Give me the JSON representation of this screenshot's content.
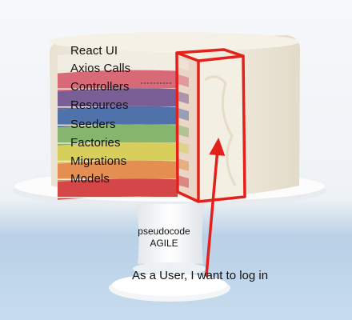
{
  "layers": [
    {
      "label": "React UI",
      "color": "#f2ede2"
    },
    {
      "label": "Axios Calls",
      "color": "#d86a78"
    },
    {
      "label": "Controllers",
      "color": "#7a5f96"
    },
    {
      "label": "Resources",
      "color": "#4f72aa"
    },
    {
      "label": "Seeders",
      "color": "#86b56e"
    },
    {
      "label": "Factories",
      "color": "#d8ce5c"
    },
    {
      "label": "Migrations",
      "color": "#e48e52"
    },
    {
      "label": "Models",
      "color": "#d44648"
    }
  ],
  "stand": {
    "line1": "pseudocode",
    "line2": "AGILE"
  },
  "user_story": "As a User, I want to log in",
  "colors": {
    "highlight": "#e3201a",
    "background": "#cfe0ee",
    "frosting": "#f4efe3",
    "stand": "#fbfbfb"
  }
}
